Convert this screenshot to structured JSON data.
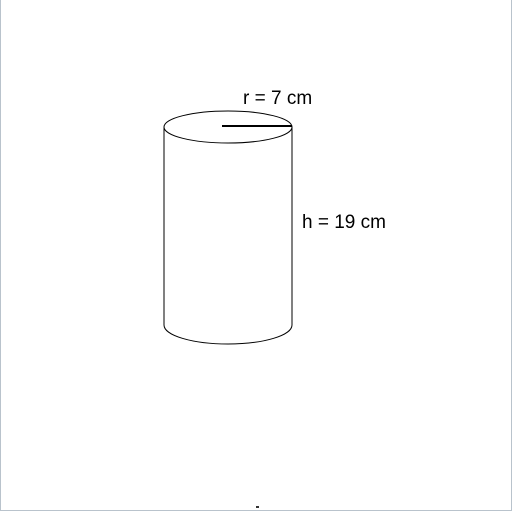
{
  "diagram": {
    "shape": "cylinder",
    "radius_label": "r = 7 cm",
    "height_label": "h = 19 cm",
    "radius_value": 7,
    "height_value": 19,
    "unit": "cm",
    "stroke_color": "#000000",
    "background_color": "#ffffff"
  }
}
